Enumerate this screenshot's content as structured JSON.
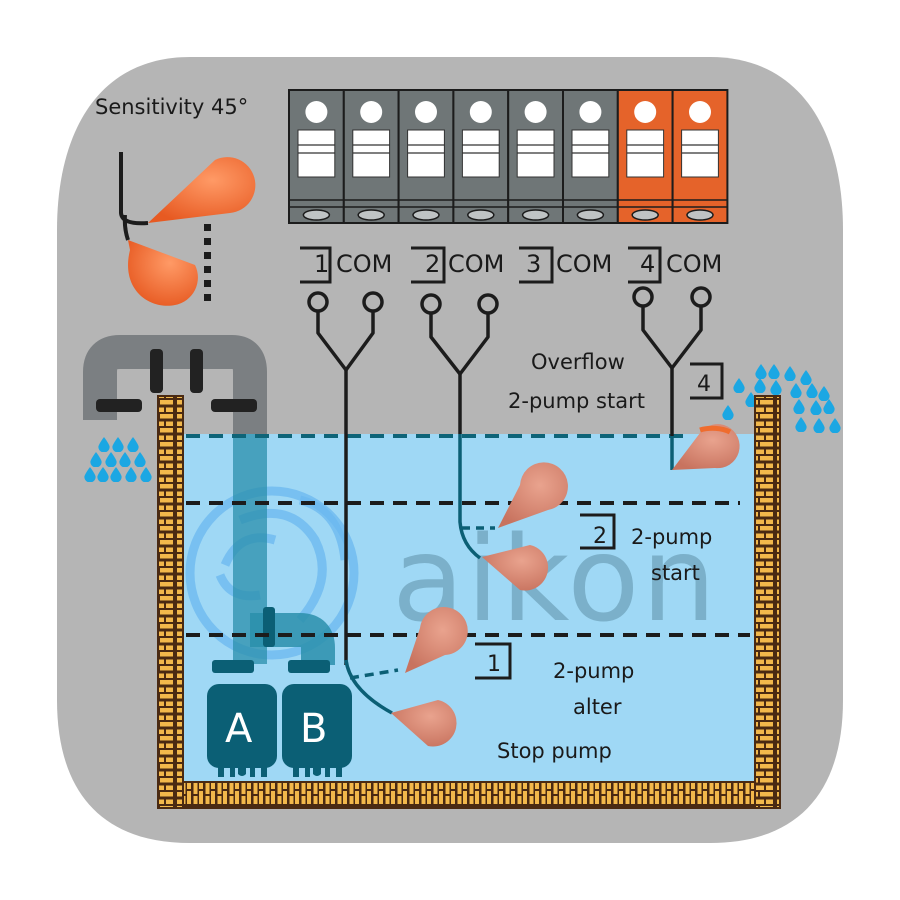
{
  "colors": {
    "background": "#ffffff",
    "panel": "#b5b5b5",
    "water": "#9fd8f5",
    "water_line": "#0e6478",
    "brick": "#f2b84b",
    "brick_mortar": "#4a2a12",
    "pipe": "#7b7f82",
    "pipe_band": "#222222",
    "pump": "#0b5f75",
    "float": "#ef6c2e",
    "float_submerged": "#d98670",
    "relay_gray": "#6f7677",
    "relay_orange": "#e5632a",
    "droplet": "#1ba7e3",
    "wire": "#1c1c1c"
  },
  "header": {
    "sensitivity_label": "Sensitivity 45°"
  },
  "relay_block": {
    "modules": [
      {
        "color": "gray"
      },
      {
        "color": "gray"
      },
      {
        "color": "gray"
      },
      {
        "color": "gray"
      },
      {
        "color": "gray"
      },
      {
        "color": "gray"
      },
      {
        "color": "orange"
      },
      {
        "color": "orange"
      }
    ]
  },
  "terminals": [
    {
      "number": "1",
      "com_label": "COM"
    },
    {
      "number": "2",
      "com_label": "COM"
    },
    {
      "number": "3",
      "com_label": "COM"
    },
    {
      "number": "4",
      "com_label": "COM"
    }
  ],
  "levels": [
    {
      "id": "4",
      "number": "4",
      "lines": [
        "Overflow",
        "2-pump start"
      ]
    },
    {
      "id": "2",
      "number": "2",
      "lines": [
        "2-pump",
        "start"
      ]
    },
    {
      "id": "1",
      "number": "1",
      "lines": [
        "2-pump",
        "alter"
      ]
    },
    {
      "id": "stop",
      "lines": [
        "Stop pump"
      ]
    }
  ],
  "pumps": [
    {
      "label": "A"
    },
    {
      "label": "B"
    }
  ],
  "watermark": {
    "text": "aikon"
  }
}
